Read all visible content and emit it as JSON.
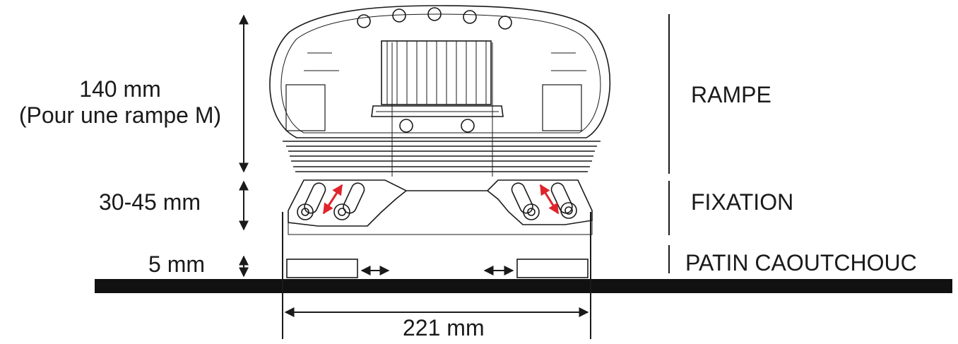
{
  "dimensions": {
    "overall_height": "140 mm",
    "overall_height_note": "(Pour une rampe M)",
    "fixation_height": "30-45 mm",
    "pad_height": "5 mm",
    "width": "221 mm"
  },
  "parts": {
    "rampe": "RAMPE",
    "fixation": "FIXATION",
    "patin": "PATIN CAOUTCHOUC"
  },
  "colors": {
    "line": "#1a1a1a",
    "ground": "#111111",
    "adjust_arrow": "#e0242b"
  }
}
